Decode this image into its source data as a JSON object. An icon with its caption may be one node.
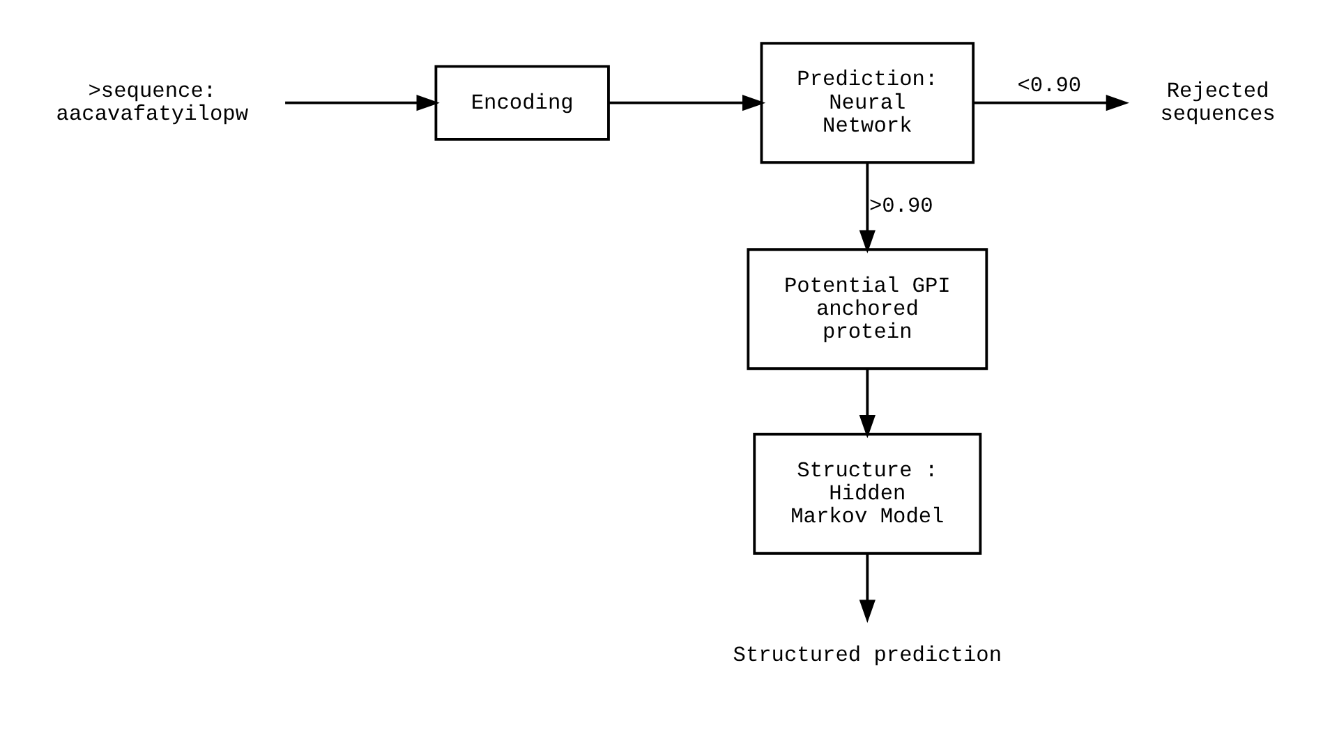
{
  "diagram": {
    "nodes": [
      {
        "text": [
          ">sequence: aacavafatyilopw"
        ]
      },
      {
        "text": [
          "Encoding"
        ]
      },
      {
        "text": [
          "Prediction: Neural Network"
        ]
      },
      {
        "text": [
          "Rejected sequences"
        ]
      },
      {
        "text": [
          "Potential GPI anchored protein"
        ]
      },
      {
        "text": [
          "Structure : Hidden Markov Model"
        ]
      },
      {
        "text": [
          "Structured prediction"
        ]
      }
    ],
    "edges": [
      {
        "from": 0,
        "to": 1,
        "arrow": "to"
      },
      {
        "from": 1,
        "to": 2,
        "arrow": "to"
      },
      {
        "from": 2,
        "to": 3,
        "arrow": "to",
        "label": "<0.90"
      },
      {
        "from": 2,
        "to": 4,
        "arrow": "to",
        "label": ">0.90"
      },
      {
        "from": 4,
        "to": 5,
        "arrow": "to"
      },
      {
        "from": 5,
        "to": 6,
        "arrow": "to"
      }
    ]
  }
}
